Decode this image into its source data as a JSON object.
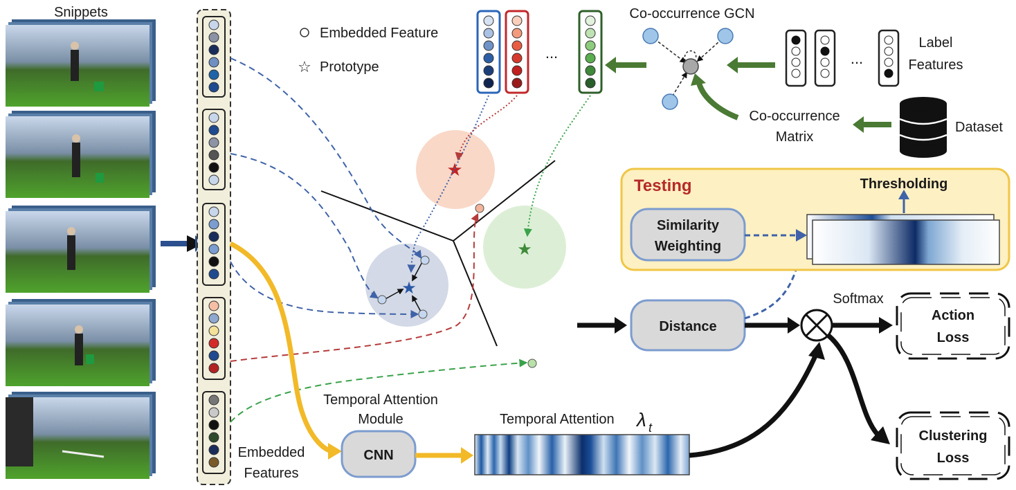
{
  "labels": {
    "snippets": "Snippets",
    "embedded_features_line1": "Embedded",
    "embedded_features_line2": "Features",
    "legend_embedded": "Embedded Feature",
    "legend_prototype": "Prototype",
    "ellipsis": "...",
    "cooccurrence_gcn": "Co-occurrence GCN",
    "label_features_line1": "Label",
    "label_features_line2": "Features",
    "cooccurrence_matrix_line1": "Co-occurrence",
    "cooccurrence_matrix_line2": "Matrix",
    "dataset": "Dataset",
    "testing": "Testing",
    "thresholding": "Thresholding",
    "similarity_line1": "Similarity",
    "similarity_line2": "Weighting",
    "distance": "Distance",
    "softmax": "Softmax",
    "action_loss_line1": "Action",
    "action_loss_line2": "Loss",
    "clustering_loss_line1": "Clustering",
    "clustering_loss_line2": "Loss",
    "tam_line1": "Temporal Attention",
    "tam_line2": "Module",
    "cnn": "CNN",
    "temporal_attention": "Temporal Attention",
    "lambda_symbol": "λ",
    "lambda_sub": "t"
  },
  "colors": {
    "blue_arrow": "#2b4f8f",
    "green_arrow": "#4a7a34",
    "yellow_arrow": "#f2b928",
    "dashed_blue": "#3f62a8",
    "dashed_red": "#b53b3b",
    "dashed_green": "#3aa24a",
    "red_cluster": "#f9d8c8",
    "green_cluster": "#dcefd6",
    "blue_cluster": "#d3d9e6",
    "testing_bg": "#fdf0c2",
    "testing_border": "#f0c646",
    "testing_title": "#b52a2a",
    "node_fill": "#d9d9d9",
    "node_border": "#7c9ccf"
  }
}
